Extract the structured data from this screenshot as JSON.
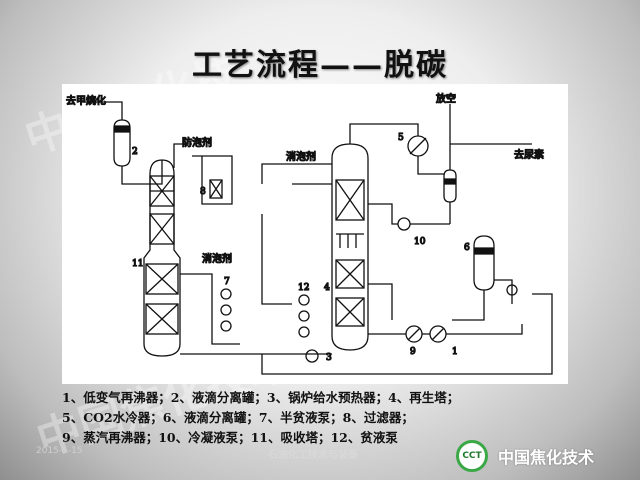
{
  "title": "工艺流程——脱碳",
  "diagram": {
    "labels": {
      "to_methanation": "去甲烷化",
      "defoamer_left": "防泡剂",
      "defoamer_top": "消泡剂",
      "defoamer_mid": "消泡剂",
      "vent": "放空",
      "to_urea": "去尿素"
    },
    "numbers": [
      "1",
      "2",
      "3",
      "4",
      "5",
      "6",
      "7",
      "8",
      "9",
      "10",
      "11",
      "12"
    ]
  },
  "legend": [
    "1、低变气再沸器；2、液滴分离罐；3、锅炉给水预热器；4、再生塔；",
    "5、CO2水冷器；6、液滴分离罐；7、半贫液泵；8、过滤器；",
    "9、蒸汽再沸器；10、冷凝液泵；11、吸收塔；12、贫液泵"
  ],
  "footer": {
    "date": "2015-5-15",
    "center_text": "石油化工技术与装备",
    "logo_text": "CCT",
    "brand": "中国焦化技术"
  },
  "watermark": [
    "中国焦化技",
    "中国焦化技术C"
  ],
  "colors": {
    "logo_green": "#3aa845"
  }
}
